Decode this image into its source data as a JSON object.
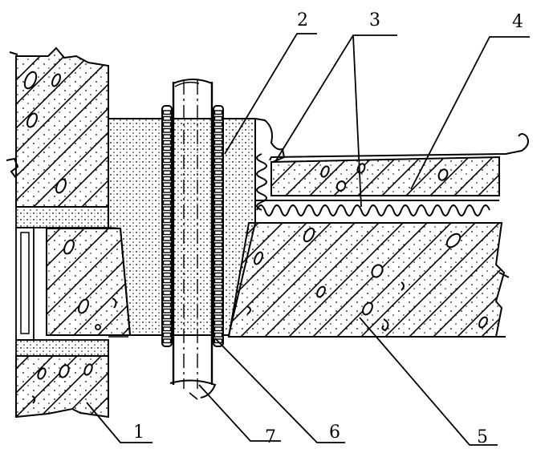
{
  "colors": {
    "ink": "#000000",
    "paper": "#ffffff"
  },
  "labels": {
    "l1": "1",
    "l2": "2",
    "l3": "3",
    "l4": "4",
    "l5": "5",
    "l6": "6",
    "l7": "7"
  }
}
